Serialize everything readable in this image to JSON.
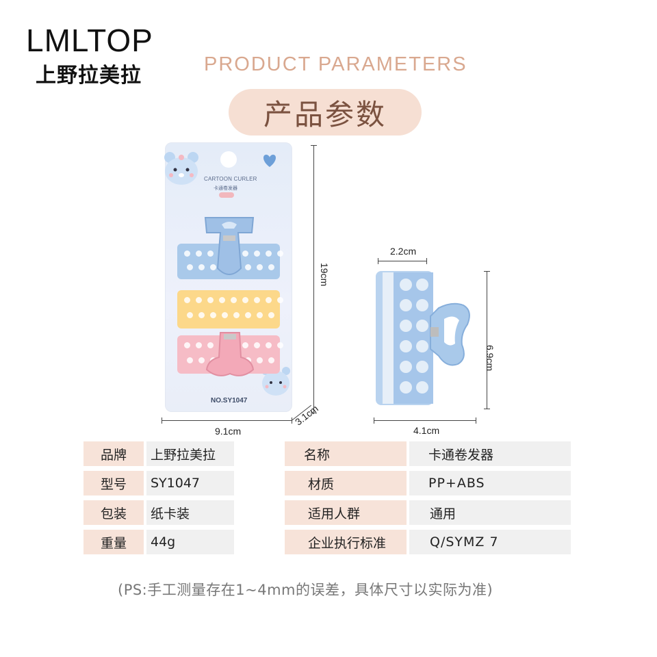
{
  "brand": {
    "name_en": "LMLTOP",
    "name_cn": "上野拉美拉"
  },
  "heading": {
    "en": "PRODUCT PARAMETERS",
    "cn": "产品参数"
  },
  "package": {
    "title": "CARTOON CURLER",
    "subtitle": "卡通卷发器",
    "model_label": "NO.SY1047"
  },
  "dimensions": {
    "package_width": "9.1cm",
    "package_height": "19cm",
    "package_depth": "3.1cm",
    "curler_diameter": "2.2cm",
    "curler_height": "6.9cm",
    "curler_width": "4.1cm"
  },
  "colors": {
    "accent_peach": "#f7e3d9",
    "heading_peach": "#d9a88f",
    "blue": "#a9c9ea",
    "yellow": "#fcd88a",
    "pink": "#f6bcc6"
  },
  "specs_left": [
    {
      "label": "品牌",
      "value": "上野拉美拉"
    },
    {
      "label": "型号",
      "value": "SY1047"
    },
    {
      "label": "包装",
      "value": "纸卡装"
    },
    {
      "label": "重量",
      "value": "44g"
    }
  ],
  "specs_right": [
    {
      "label": "名称",
      "value": "卡通卷发器"
    },
    {
      "label": "材质",
      "value": "PP+ABS"
    },
    {
      "label": "适用人群",
      "value": "通用"
    },
    {
      "label": "企业执行标准",
      "value": "Q/SYMZ 7"
    }
  ],
  "note": "(PS:手工测量存在1~4mm的误差，具体尺寸以实际为准)"
}
